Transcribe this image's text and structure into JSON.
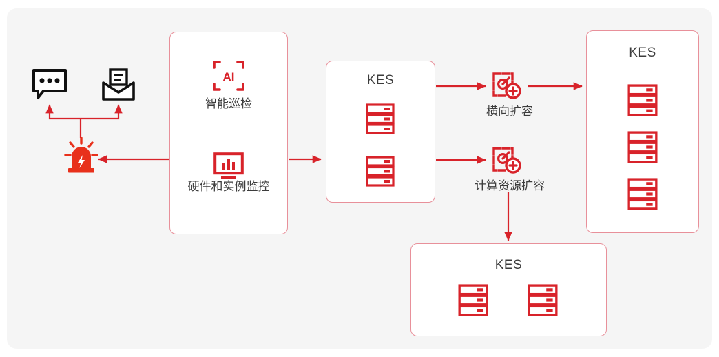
{
  "diagram": {
    "title": "KES monitoring and scaling architecture",
    "colors": {
      "accent_red": "#d8232a",
      "card_border": "#e8909a",
      "arrow_red": "#d8232a",
      "canvas_bg": "#f5f5f5",
      "text_dark": "#3c3c3c",
      "icon_black": "#111111",
      "alarm_red": "#e8301b"
    },
    "notification_icons": [
      {
        "name": "chat-bubble-icon",
        "meaning": "message notification"
      },
      {
        "name": "envelope-open-icon",
        "meaning": "email notification"
      }
    ],
    "alarm": {
      "name": "alarm-siren-icon",
      "meaning": "alert trigger"
    },
    "monitoring_card": {
      "items": [
        {
          "icon": "ai-scan-icon",
          "label": "智能巡检"
        },
        {
          "icon": "monitor-chart-icon",
          "label": "硬件和实例监控"
        }
      ]
    },
    "source_cluster": {
      "title": "KES",
      "server_count": 2,
      "servers": [
        "server-icon",
        "server-icon"
      ]
    },
    "actions": [
      {
        "icon": "scale-out-icon",
        "label": "横向扩容"
      },
      {
        "icon": "scale-up-icon",
        "label": "计算资源扩容"
      }
    ],
    "scaled_cluster": {
      "title": "KES",
      "server_count": 3,
      "servers": [
        "server-icon",
        "server-icon",
        "server-icon"
      ]
    },
    "resource_cluster": {
      "title": "KES",
      "server_count": 2,
      "servers": [
        "server-icon",
        "server-icon"
      ]
    }
  }
}
